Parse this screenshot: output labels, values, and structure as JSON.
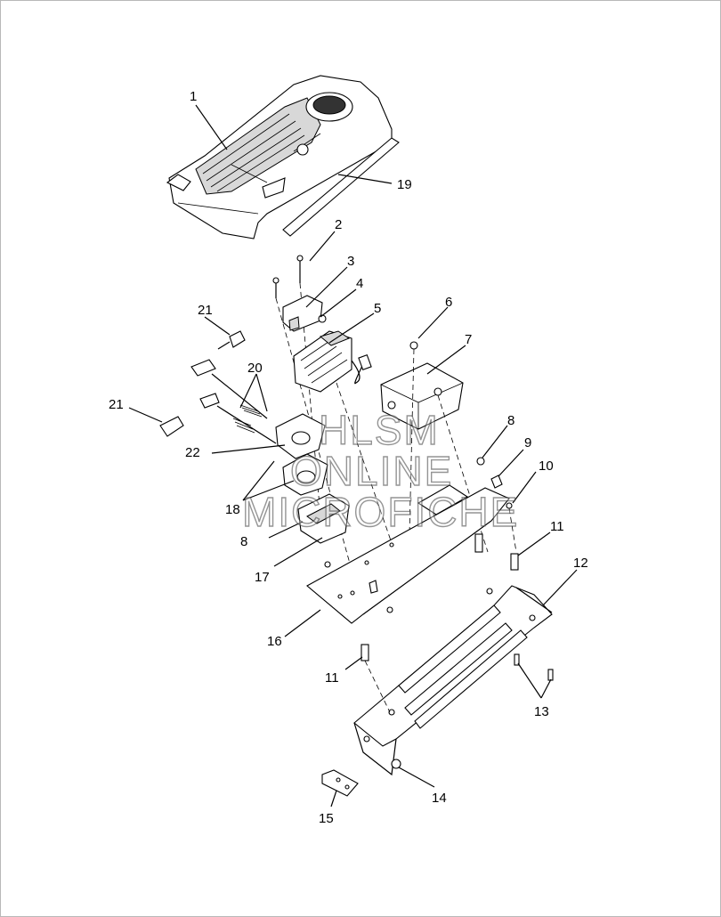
{
  "callouts": [
    "1",
    "2",
    "3",
    "4",
    "5",
    "6",
    "7",
    "8",
    "8",
    "9",
    "10",
    "11",
    "11",
    "12",
    "13",
    "14",
    "15",
    "16",
    "17",
    "18",
    "19",
    "20",
    "21",
    "21",
    "22"
  ],
  "watermark": {
    "line1": "HLSM",
    "line2": "ONLINE",
    "line3": "MICROFICHE"
  }
}
